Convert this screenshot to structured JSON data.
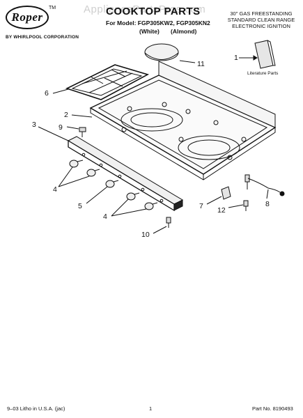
{
  "header": {
    "brand": "Roper",
    "trademark": "TM",
    "corporation": "BY WHIRLPOOL CORPORATION",
    "watermark": "AppliancePartsPros.com",
    "title": "COOKTOP PARTS",
    "model_line": "For Model: FGP305KW2, FGP305KN2",
    "color_white": "(White)",
    "color_almond": "(Almond)",
    "description": [
      "30\" GAS FREESTANDING",
      "STANDARD CLEAN RANGE",
      "ELECTRONIC IGNITION"
    ]
  },
  "diagram": {
    "literature_label": "Literature Parts",
    "callouts": {
      "c1": "1",
      "c2": "2",
      "c3": "3",
      "c4a": "4",
      "c4b": "4",
      "c5": "5",
      "c6": "6",
      "c7": "7",
      "c8": "8",
      "c9": "9",
      "c10": "10",
      "c11": "11",
      "c12": "12"
    }
  },
  "footer": {
    "left": "9–03 Litho in U.S.A. (jac)",
    "center": "1",
    "right": "Part No. 8190493"
  }
}
